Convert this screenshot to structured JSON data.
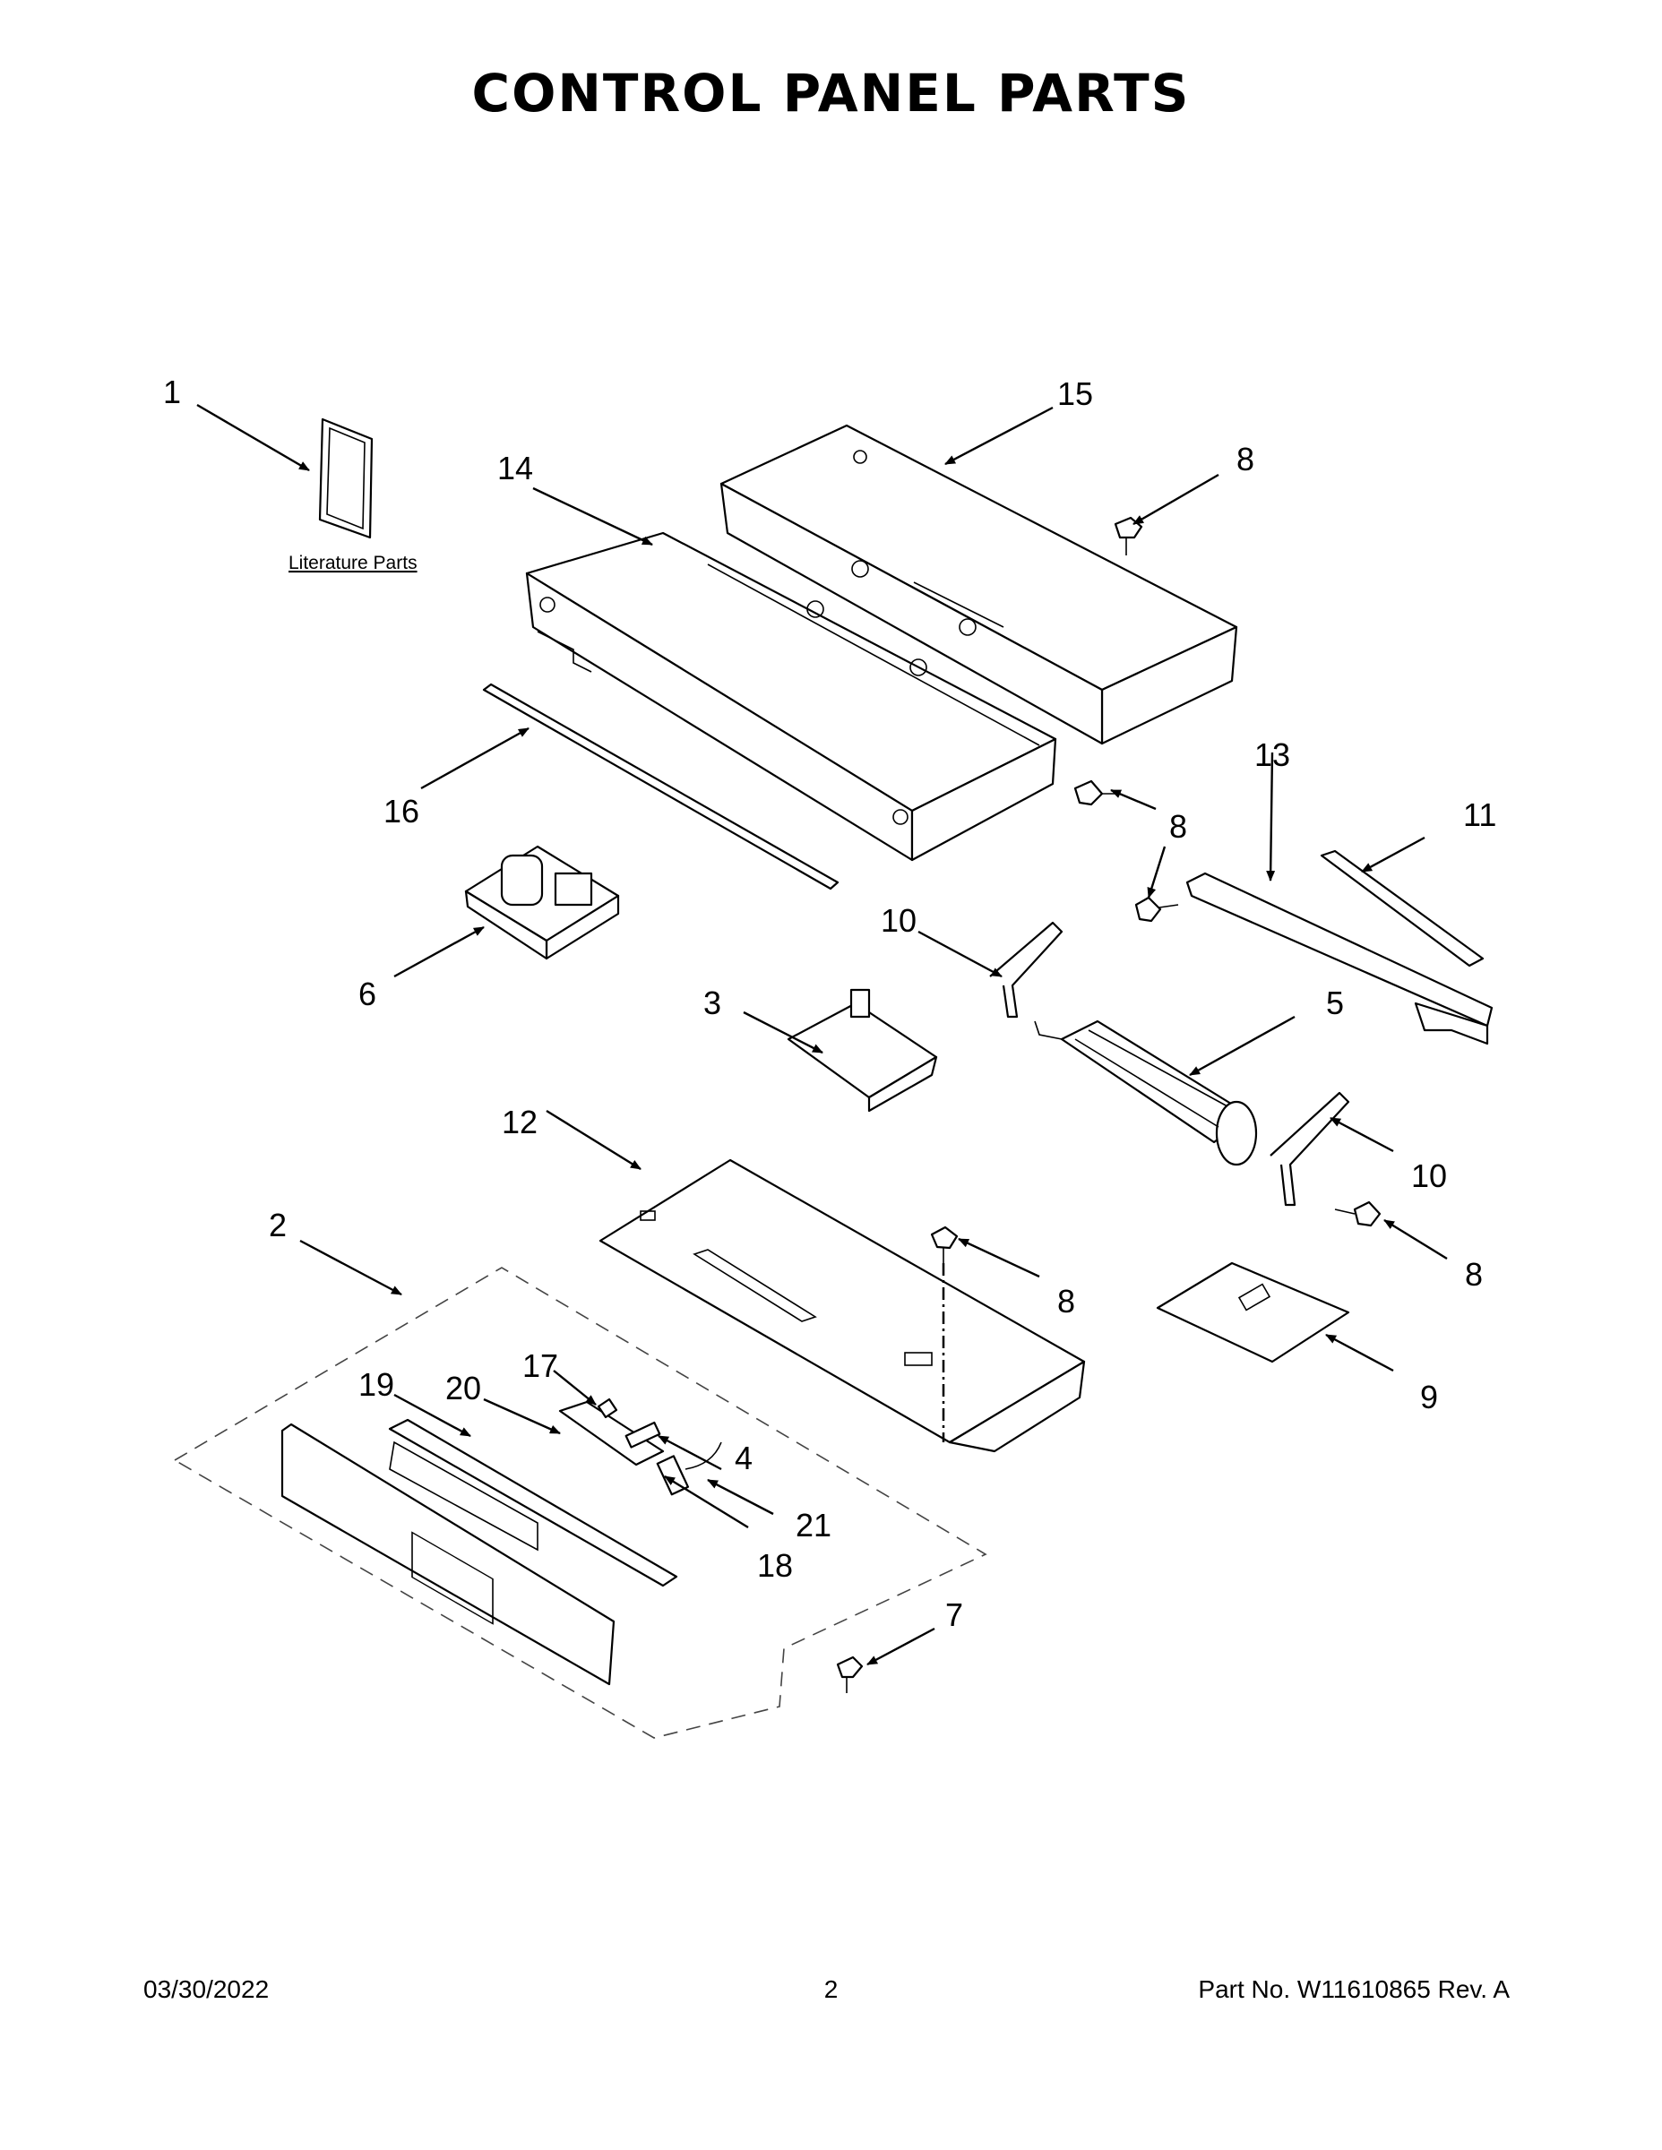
{
  "title": "CONTROL PANEL PARTS",
  "literature_label": "Literature Parts",
  "callouts": {
    "c1": "1",
    "c2": "2",
    "c3": "3",
    "c4": "4",
    "c5": "5",
    "c6": "6",
    "c7": "7",
    "c8": "8",
    "c9": "9",
    "c10": "10",
    "c11": "11",
    "c12": "12",
    "c13": "13",
    "c14": "14",
    "c15": "15",
    "c16": "16",
    "c17": "17",
    "c18": "18",
    "c19": "19",
    "c20": "20",
    "c21": "21"
  },
  "footer": {
    "date": "03/30/2022",
    "page": "2",
    "part_number": "Part No.  W11610865  Rev.  A"
  }
}
